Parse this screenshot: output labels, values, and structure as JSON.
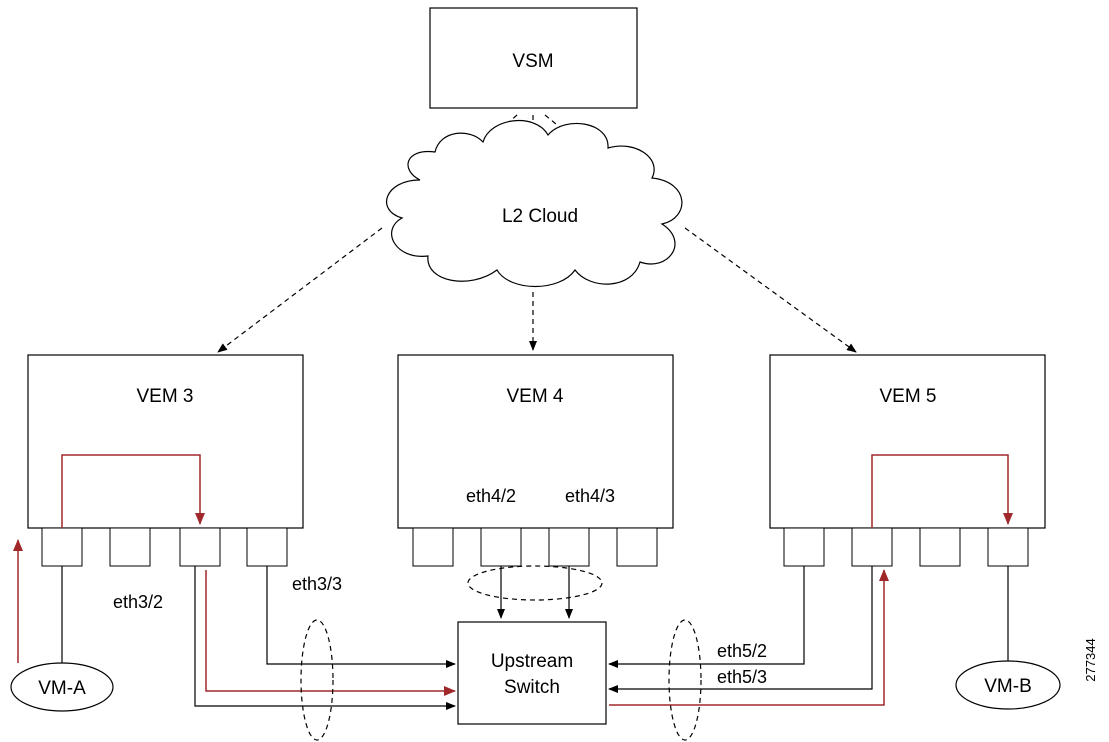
{
  "nodes": {
    "vsm": "VSM",
    "cloud": "L2 Cloud",
    "vem3": "VEM 3",
    "vem4": "VEM 4",
    "vem5": "VEM 5",
    "upstream_line1": "Upstream",
    "upstream_line2": "Switch",
    "vm_a": "VM-A",
    "vm_b": "VM-B"
  },
  "ports": {
    "eth3_2": "eth3/2",
    "eth3_3": "eth3/3",
    "eth4_2": "eth4/2",
    "eth4_3": "eth4/3",
    "eth5_2": "eth5/2",
    "eth5_3": "eth5/3"
  },
  "figure_id": "277344",
  "colors": {
    "line": "#000000",
    "traffic_path": "#a0282a",
    "background": "#ffffff"
  }
}
